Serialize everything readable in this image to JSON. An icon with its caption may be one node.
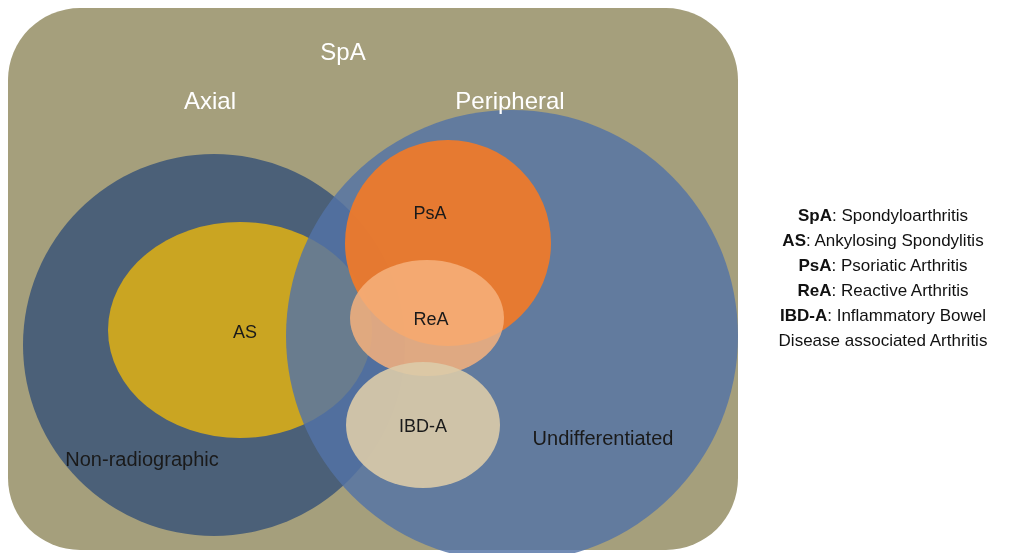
{
  "diagram": {
    "nodes": [
      {
        "text": [
          "SpA"
        ]
      },
      {
        "text": [
          "Axial",
          "Non-radiographic"
        ],
        "in": 0
      },
      {
        "text": [
          "Peripheral",
          "Undifferentiated"
        ],
        "in": 0
      },
      {
        "text": [
          "AS"
        ],
        "in": 1
      },
      {
        "text": [
          "PsA"
        ],
        "in": 2
      },
      {
        "text": [
          "ReA"
        ],
        "in": 2
      },
      {
        "text": [
          "IBD-A"
        ],
        "in": 2
      }
    ],
    "labels": [
      "**SpA**: Spondyloarthritis",
      "**AS**: Ankylosing Spondylitis",
      "**PsA**: Psoriatic Arthritis",
      "**ReA**: Reactive Arthritis",
      "**IBD-A**: Inflammatory Bowel Disease associated Arthritis"
    ]
  }
}
